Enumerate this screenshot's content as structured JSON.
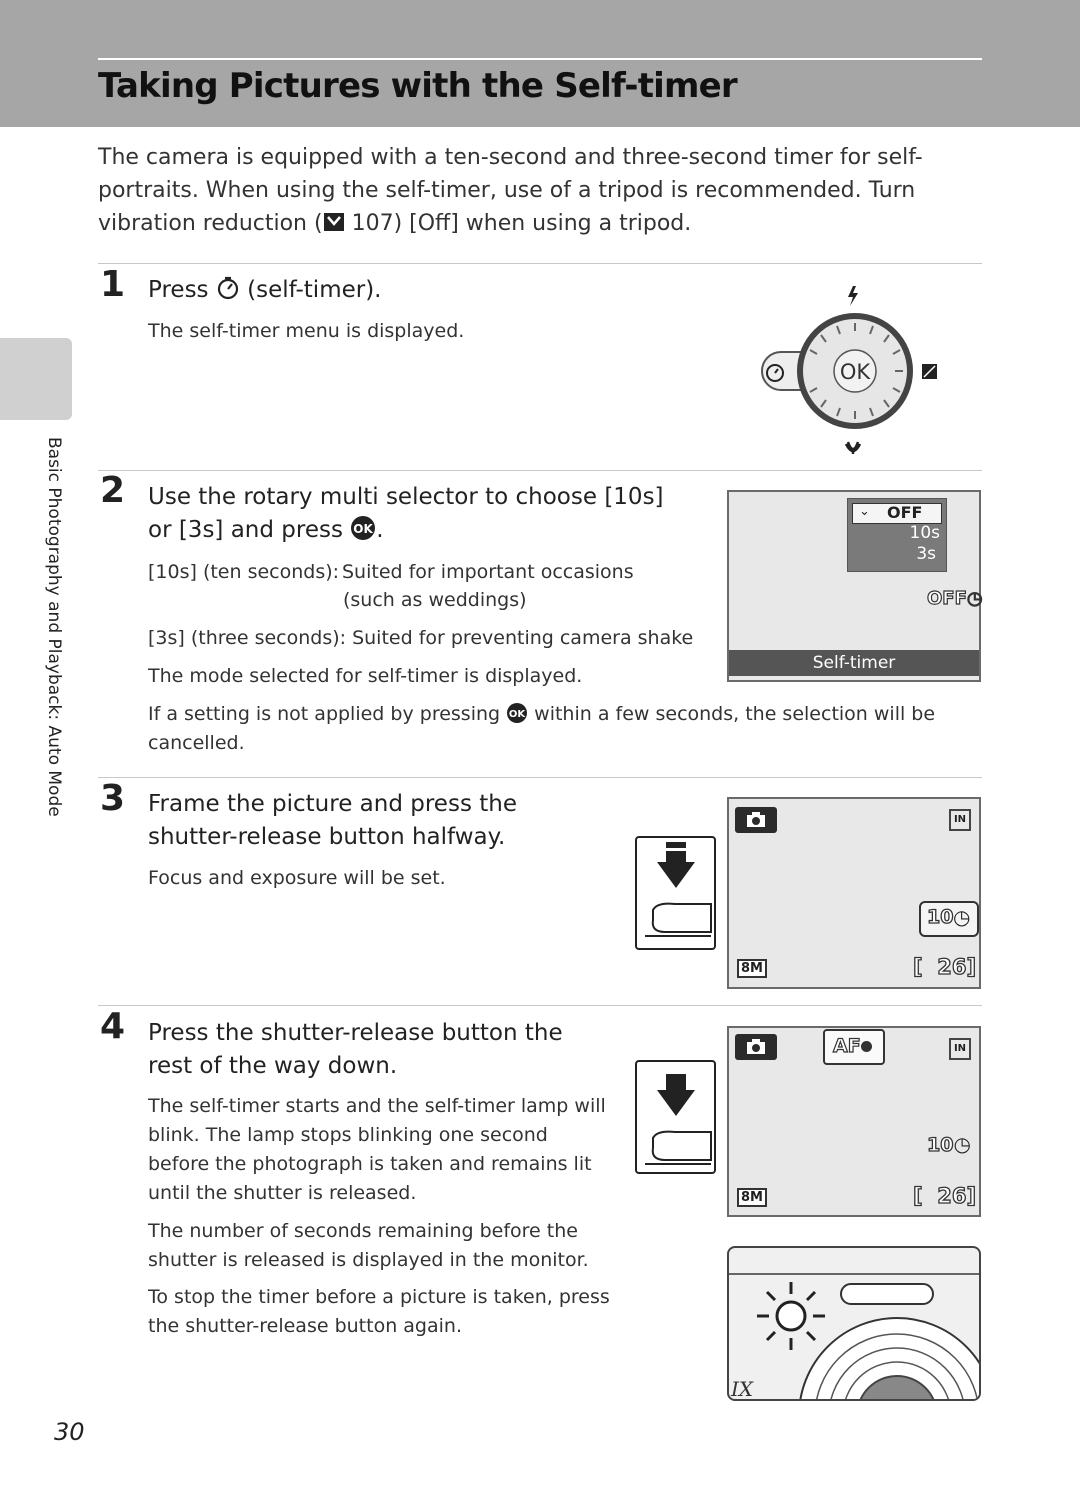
{
  "header": {
    "title": "Taking Pictures with the Self-timer"
  },
  "side": {
    "label": "Basic Photography and Playback: Auto Mode"
  },
  "intro": {
    "line1": "The camera is equipped with a ten-second and three-second timer for self-",
    "line2": "portraits. When using the self-timer, use of a tripod is recommended. Turn",
    "line3_pre": "vibration reduction (",
    "line3_post": " 107) [Off] when using a tripod."
  },
  "step1": {
    "num": "1",
    "title_pre": "Press ",
    "title_post": " (self-timer).",
    "desc": "The self-timer menu is displayed."
  },
  "step2": {
    "num": "2",
    "title_line1": "Use the rotary multi selector to choose [10s]",
    "title_line2_pre": "or [3s] and press ",
    "title_line2_post": ".",
    "opt10_label": "[10s] (ten seconds):",
    "opt10_desc1": "Suited for important occasions",
    "opt10_desc2": "(such as weddings)",
    "opt3": "[3s] (three seconds): Suited for preventing camera shake",
    "mode_text": "The mode selected for self-timer is displayed.",
    "note_pre": "If a setting is not applied by pressing ",
    "note_post": " within a few seconds, the selection will be",
    "note_line2": "cancelled.",
    "menu": {
      "off": "OFF",
      "opt_10": "10s",
      "opt_3": "3s",
      "bar": "Self-timer",
      "indicator": "OFF"
    }
  },
  "step3": {
    "num": "3",
    "title_line1": "Frame the picture and press the",
    "title_line2": "shutter-release button halfway.",
    "desc": "Focus and exposure will be set.",
    "screen": {
      "timer": "10",
      "size": "8M",
      "count": "26"
    }
  },
  "step4": {
    "num": "4",
    "title_line1": "Press the shutter-release button the",
    "title_line2": "rest of the way down.",
    "p1_l1": "The self-timer starts and the self-timer lamp will",
    "p1_l2": "blink. The lamp stops blinking one second",
    "p1_l3": "before the photograph is taken and remains lit",
    "p1_l4": "until the shutter is released.",
    "p2_l1": "The number of seconds remaining before the",
    "p2_l2": "shutter is released is displayed in the monitor.",
    "p3_l1": "To stop the timer before a picture is taken, press",
    "p3_l2": "the shutter-release button again.",
    "screen": {
      "af": "AF",
      "timer": "10",
      "size": "8M",
      "count": "26"
    },
    "camera_logo": "IX"
  },
  "page": {
    "number": "30"
  }
}
